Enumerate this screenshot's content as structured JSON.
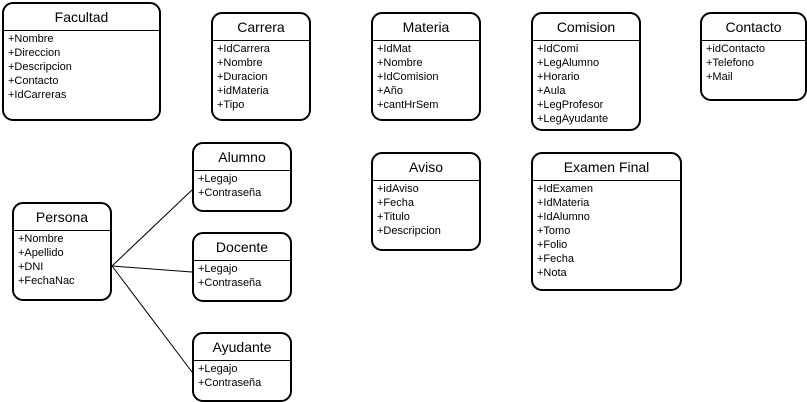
{
  "entities": {
    "facultad": {
      "title": "Facultad",
      "attributes": [
        "+Nombre",
        "+Direccion",
        "+Descripcion",
        "+Contacto",
        "+IdCarreras"
      ]
    },
    "carrera": {
      "title": "Carrera",
      "attributes": [
        "+IdCarrera",
        "+Nombre",
        "+Duracion",
        "+idMateria",
        "+Tipo"
      ]
    },
    "materia": {
      "title": "Materia",
      "attributes": [
        "+IdMat",
        "+Nombre",
        "+IdComision",
        "+Año",
        "+cantHrSem"
      ]
    },
    "comision": {
      "title": "Comision",
      "attributes": [
        "+IdComi",
        "+LegAlumno",
        "+Horario",
        "+Aula",
        "+LegProfesor",
        "+LegAyudante"
      ]
    },
    "contacto": {
      "title": "Contacto",
      "attributes": [
        "+idContacto",
        "+Telefono",
        "+Mail"
      ]
    },
    "alumno": {
      "title": "Alumno",
      "attributes": [
        "+Legajo",
        "+Contraseña"
      ]
    },
    "docente": {
      "title": "Docente",
      "attributes": [
        "+Legajo",
        "+Contraseña"
      ]
    },
    "ayudante": {
      "title": "Ayudante",
      "attributes": [
        "+Legajo",
        "+Contraseña"
      ]
    },
    "persona": {
      "title": "Persona",
      "attributes": [
        "+Nombre",
        "+Apellido",
        "+DNI",
        "+FechaNac"
      ]
    },
    "aviso": {
      "title": "Aviso",
      "attributes": [
        "+idAviso",
        "+Fecha",
        "+Titulo",
        "+Descripcion"
      ]
    },
    "examen_final": {
      "title": "Examen Final",
      "attributes": [
        "+IdExamen",
        "+IdMateria",
        "+IdAlumno",
        "+Tomo",
        "+Folio",
        "+Fecha",
        "+Nota"
      ]
    }
  },
  "connectors": [
    {
      "from": "persona",
      "to": "alumno"
    },
    {
      "from": "persona",
      "to": "docente"
    },
    {
      "from": "persona",
      "to": "ayudante"
    }
  ]
}
